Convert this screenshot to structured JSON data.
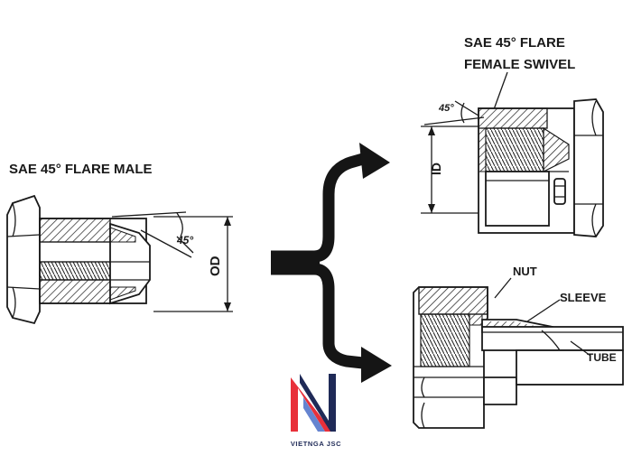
{
  "labels": {
    "male_title": "SAE 45° FLARE MALE",
    "male_angle": "45°",
    "male_diameter": "OD",
    "swivel_title_line1": "SAE 45° FLARE",
    "swivel_title_line2": "FEMALE SWIVEL",
    "swivel_angle": "45°",
    "swivel_diameter": "ID",
    "nut": "NUT",
    "sleeve": "SLEEVE",
    "tube": "TUBE"
  },
  "logo": {
    "text": "VIETNGA JSC",
    "colors": {
      "red": "#e8303a",
      "navy": "#1f2a57",
      "blue": "#4a6ec8"
    }
  }
}
